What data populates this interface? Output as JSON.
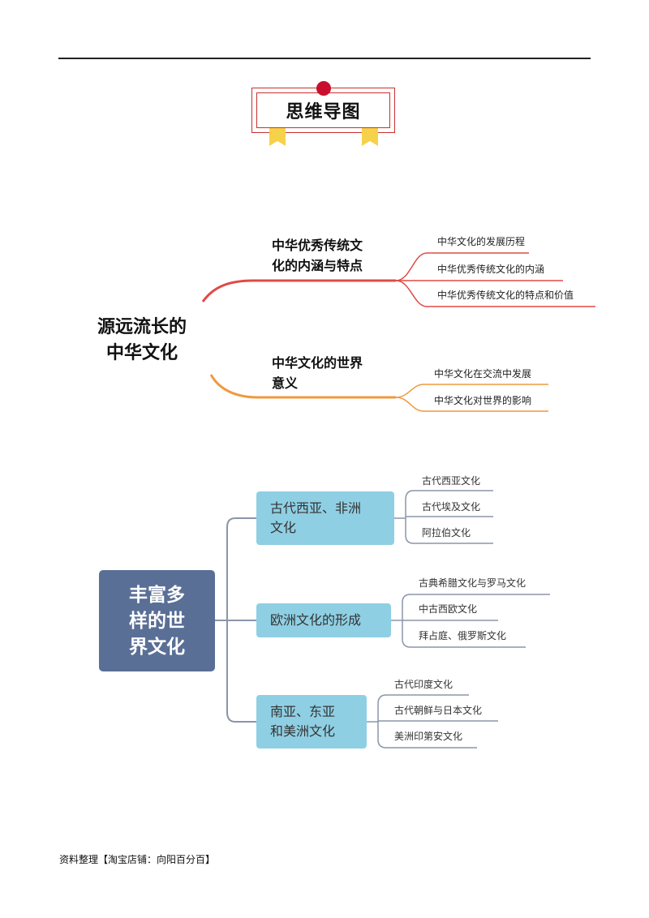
{
  "title": "思维导图",
  "map1": {
    "root": [
      "源远流长的",
      "中华文化"
    ],
    "branches": [
      {
        "label": [
          "中华优秀传统文",
          "化的内涵与特点"
        ],
        "color": "#e04a45",
        "leaves": [
          "中华文化的发展历程",
          "中华优秀传统文化的内涵",
          "中华优秀传统文化的特点和价值"
        ]
      },
      {
        "label": [
          "中华文化的世界",
          "意义"
        ],
        "color": "#ef9a3f",
        "leaves": [
          "中华文化在交流中发展",
          "中华文化对世界的影响"
        ]
      }
    ]
  },
  "map2": {
    "root": [
      "丰富多",
      "样的世",
      "界文化"
    ],
    "root_color": "#5a6f96",
    "branch_color": "#8fcfe4",
    "line_color": "#8a95a8",
    "branches": [
      {
        "label": [
          "古代西亚、非洲",
          "文化"
        ],
        "leaves": [
          "古代西亚文化",
          "古代埃及文化",
          "阿拉伯文化"
        ]
      },
      {
        "label": [
          "欧洲文化的形成"
        ],
        "leaves": [
          "古典希腊文化与罗马文化",
          "中古西欧文化",
          "拜占庭、俄罗斯文化"
        ]
      },
      {
        "label": [
          "南亚、东亚",
          "和美洲文化"
        ],
        "leaves": [
          "古代印度文化",
          "古代朝鲜与日本文化",
          "美洲印第安文化"
        ]
      }
    ]
  },
  "footer": "资料整理【淘宝店铺：向阳百分百】"
}
